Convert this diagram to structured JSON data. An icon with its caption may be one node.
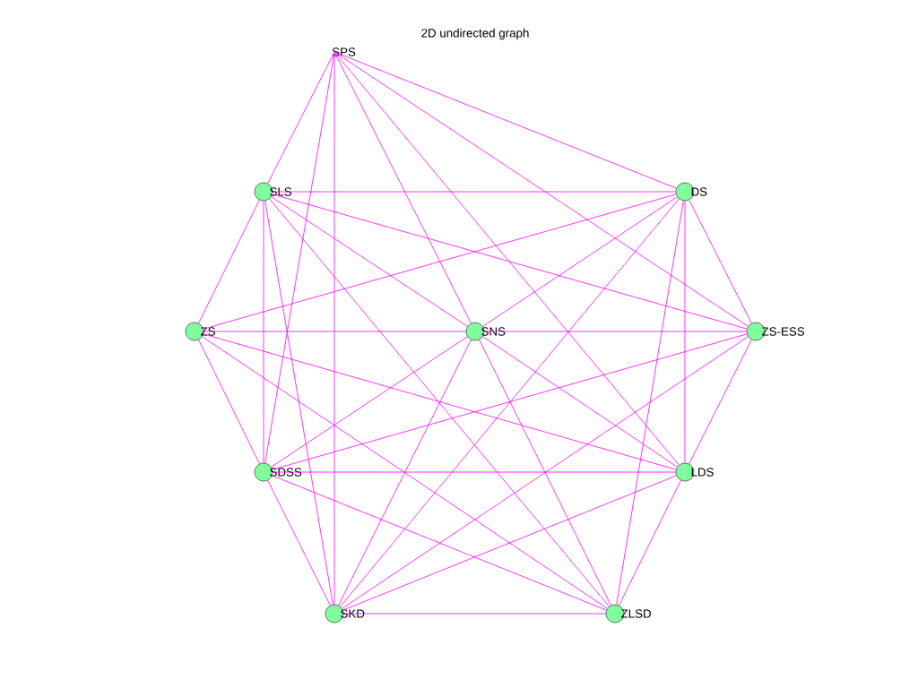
{
  "diagram": {
    "title": "2D undirected graph",
    "nodes": [
      {
        "text": [
          "SPS"
        ]
      },
      {
        "text": [
          "SLS"
        ]
      },
      {
        "text": [
          "DS"
        ]
      },
      {
        "text": [
          "ZS"
        ]
      },
      {
        "text": [
          "SNS"
        ]
      },
      {
        "text": [
          "ZS-ESS"
        ]
      },
      {
        "text": [
          "SDSS"
        ]
      },
      {
        "text": [
          "LDS"
        ]
      },
      {
        "text": [
          "SKD"
        ]
      },
      {
        "text": [
          "ZLSD"
        ]
      }
    ],
    "edges": [
      {
        "from": 0,
        "to": 1,
        "arrow": "none"
      },
      {
        "from": 0,
        "to": 6,
        "arrow": "none"
      },
      {
        "from": 0,
        "to": 8,
        "arrow": "none"
      },
      {
        "from": 0,
        "to": 4,
        "arrow": "none"
      },
      {
        "from": 0,
        "to": 7,
        "arrow": "none"
      },
      {
        "from": 0,
        "to": 5,
        "arrow": "none"
      },
      {
        "from": 0,
        "to": 2,
        "arrow": "none"
      },
      {
        "from": 1,
        "to": 3,
        "arrow": "none"
      },
      {
        "from": 1,
        "to": 6,
        "arrow": "none"
      },
      {
        "from": 1,
        "to": 8,
        "arrow": "none"
      },
      {
        "from": 1,
        "to": 2,
        "arrow": "none"
      },
      {
        "from": 1,
        "to": 4,
        "arrow": "none"
      },
      {
        "from": 1,
        "to": 5,
        "arrow": "none"
      },
      {
        "from": 1,
        "to": 9,
        "arrow": "none"
      },
      {
        "from": 2,
        "to": 3,
        "arrow": "none"
      },
      {
        "from": 2,
        "to": 4,
        "arrow": "none"
      },
      {
        "from": 2,
        "to": 8,
        "arrow": "none"
      },
      {
        "from": 2,
        "to": 9,
        "arrow": "none"
      },
      {
        "from": 2,
        "to": 7,
        "arrow": "none"
      },
      {
        "from": 2,
        "to": 5,
        "arrow": "none"
      },
      {
        "from": 3,
        "to": 4,
        "arrow": "none"
      },
      {
        "from": 3,
        "to": 6,
        "arrow": "none"
      },
      {
        "from": 3,
        "to": 7,
        "arrow": "none"
      },
      {
        "from": 3,
        "to": 9,
        "arrow": "none"
      },
      {
        "from": 4,
        "to": 5,
        "arrow": "none"
      },
      {
        "from": 4,
        "to": 6,
        "arrow": "none"
      },
      {
        "from": 4,
        "to": 7,
        "arrow": "none"
      },
      {
        "from": 4,
        "to": 9,
        "arrow": "none"
      },
      {
        "from": 4,
        "to": 8,
        "arrow": "none"
      },
      {
        "from": 5,
        "to": 6,
        "arrow": "none"
      },
      {
        "from": 5,
        "to": 8,
        "arrow": "none"
      },
      {
        "from": 5,
        "to": 7,
        "arrow": "none"
      },
      {
        "from": 6,
        "to": 7,
        "arrow": "none"
      },
      {
        "from": 6,
        "to": 9,
        "arrow": "none"
      },
      {
        "from": 6,
        "to": 8,
        "arrow": "none"
      },
      {
        "from": 7,
        "to": 8,
        "arrow": "none"
      },
      {
        "from": 7,
        "to": 9,
        "arrow": "none"
      },
      {
        "from": 8,
        "to": 9,
        "arrow": "none"
      }
    ]
  }
}
